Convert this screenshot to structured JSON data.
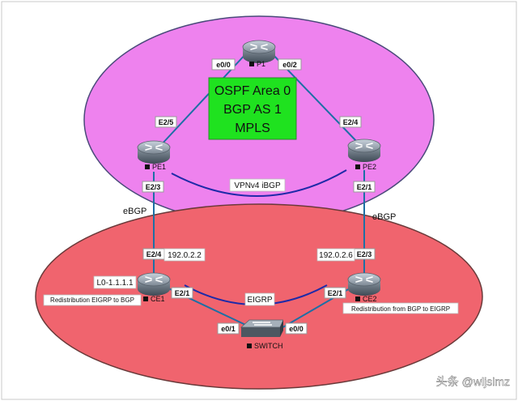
{
  "colors": {
    "top_area_fill": "#ee82ee",
    "bottom_area_fill": "#f0646e",
    "center_label_bg": "#1fe21f",
    "link": "#1d6fa5",
    "session_curve": "#1e2aa8"
  },
  "center_label": {
    "line1": "OSPF Area 0",
    "line2": "BGP AS 1",
    "line3": "MPLS"
  },
  "nodes": {
    "p1": {
      "name": "P1",
      "icon": "router-icon"
    },
    "pe1": {
      "name": "PE1",
      "icon": "router-icon"
    },
    "pe2": {
      "name": "PE2",
      "icon": "router-icon"
    },
    "ce1": {
      "name": "CE1",
      "icon": "router-icon"
    },
    "ce2": {
      "name": "CE2",
      "icon": "router-icon"
    },
    "switch": {
      "name": "SWITCH",
      "icon": "switch-icon"
    }
  },
  "interfaces": {
    "p1_left": "e0/0",
    "p1_right": "e0/2",
    "pe1_up": "E2/5",
    "pe1_down": "E2/3",
    "pe2_up": "E2/4",
    "pe2_down": "E2/1",
    "ce1_up": "E2/4",
    "ce1_right": "E2/1",
    "ce2_up": "E2/3",
    "ce2_left": "E2/1",
    "sw_left": "e0/1",
    "sw_right": "e0/0"
  },
  "annotations": {
    "vpnv4": "VPNv4 iBGP",
    "ebgp_left": "eBGP",
    "ebgp_right": "eBGP",
    "ip_left": "192.0.2.2",
    "ip_right": "192.0.2.6",
    "loopback": "L0-1.1.1.1",
    "eigrp": "EIGRP",
    "redist_left": "Redistribution EIGRP to BGP",
    "redist_right": "Redistribution from BGP to EIGRP"
  },
  "watermark": "头条 @wljslmz"
}
